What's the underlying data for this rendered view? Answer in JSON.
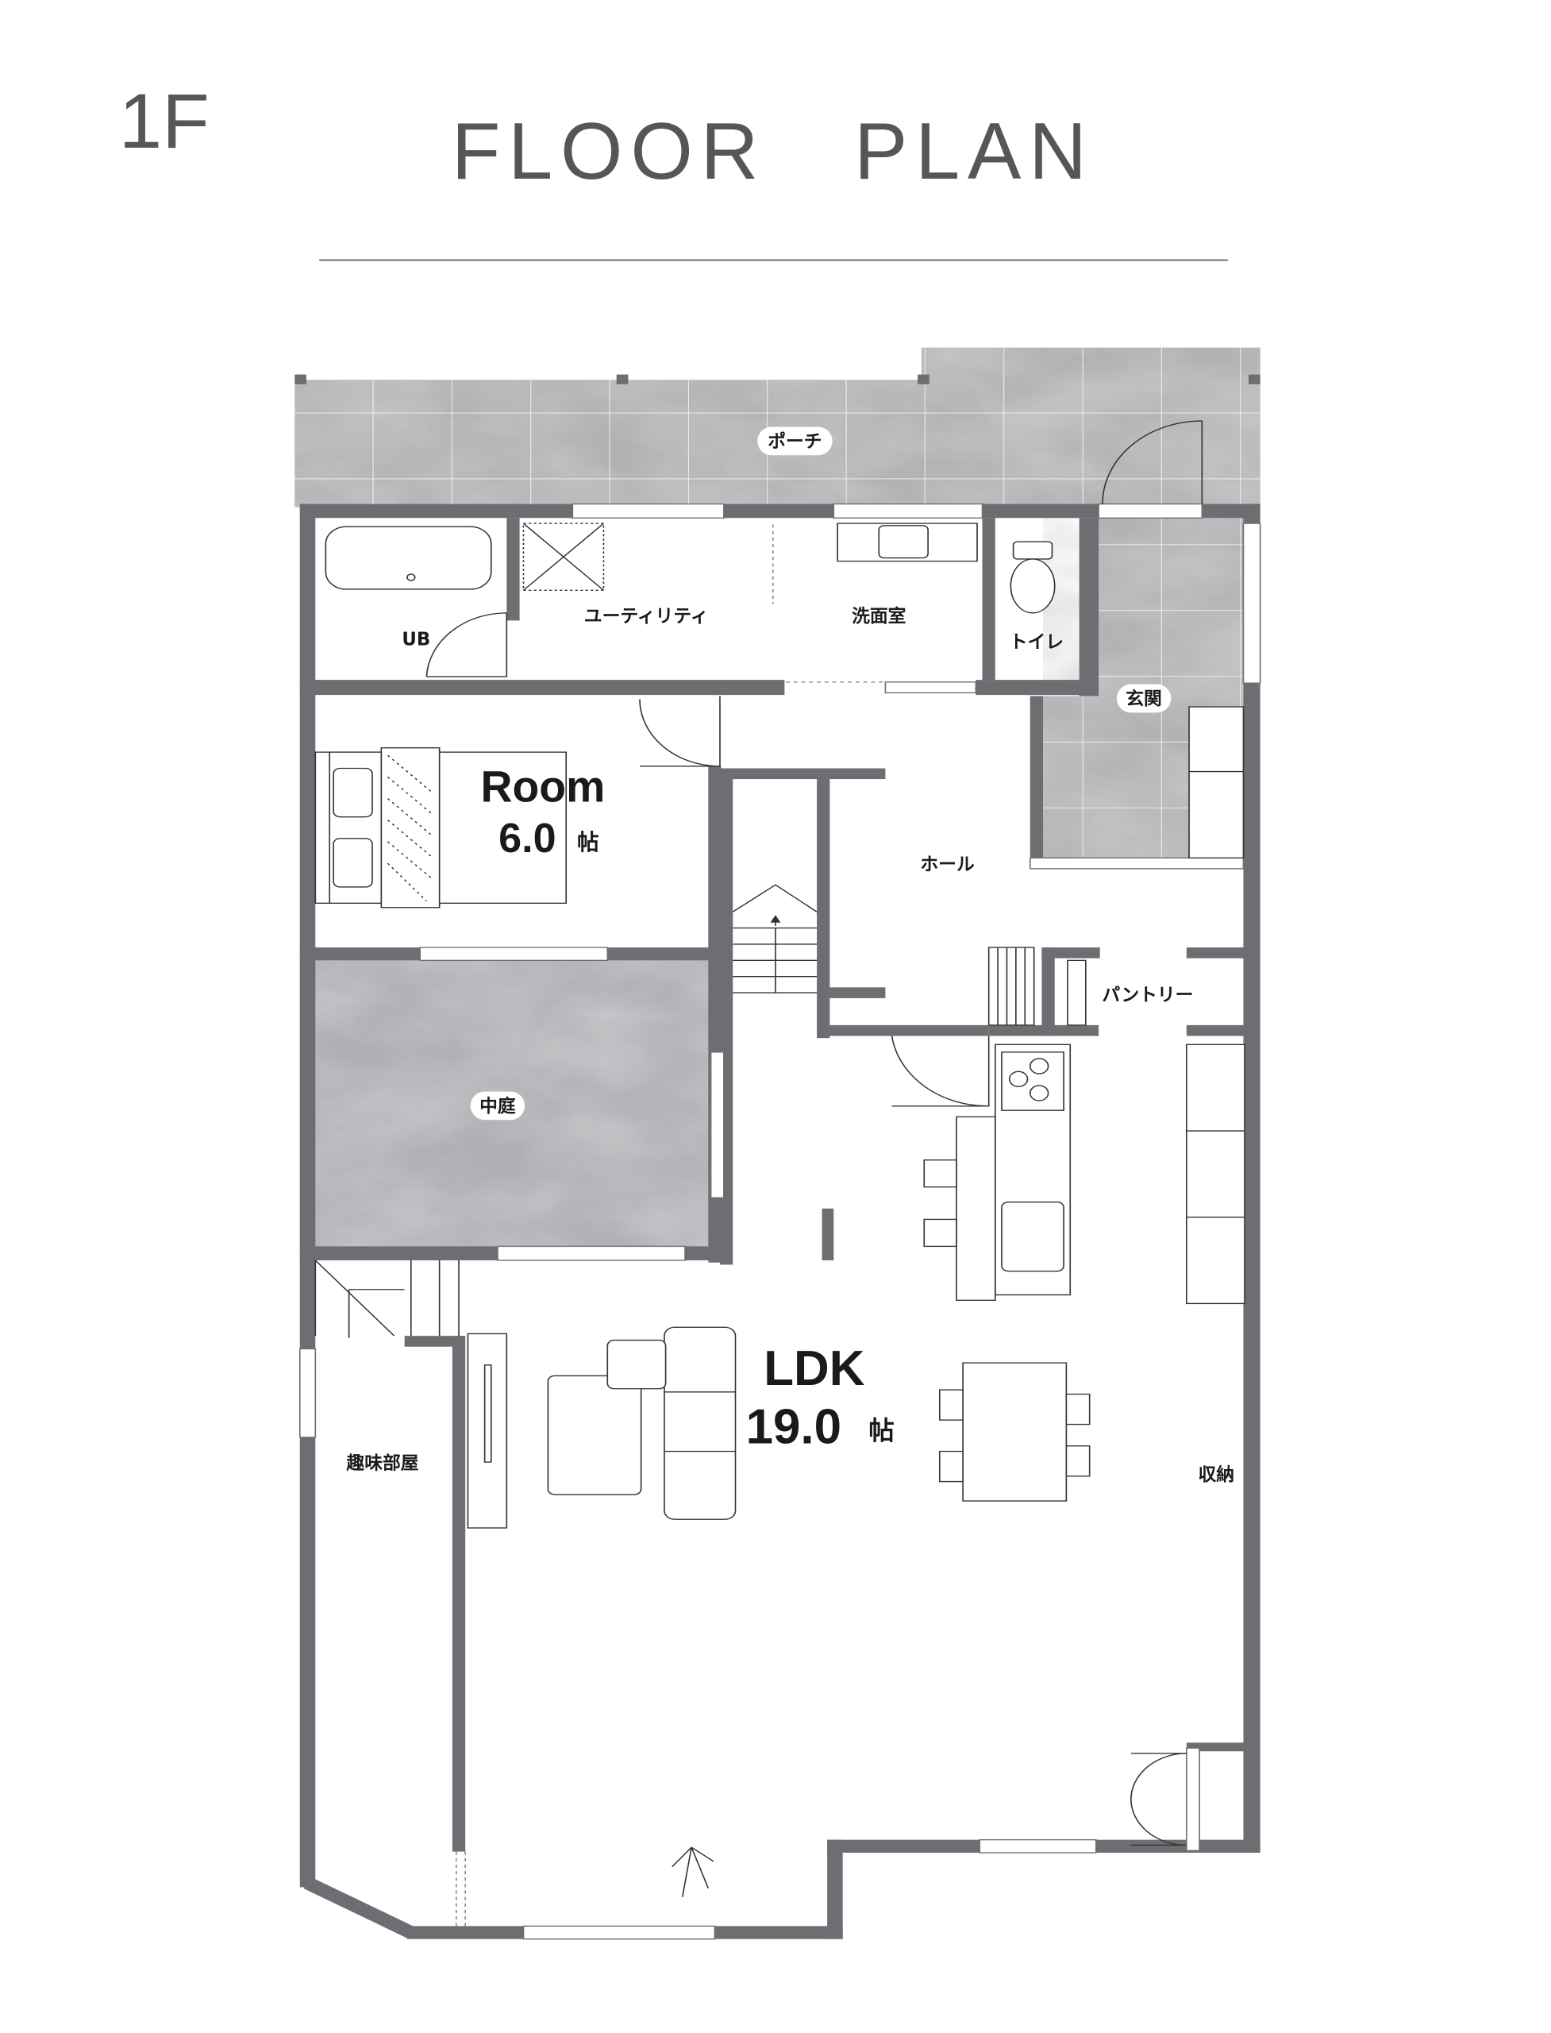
{
  "header": {
    "floor": "1F",
    "title": "FLOOR　PLAN"
  },
  "rooms": {
    "porch": "ポーチ",
    "ub": "UB",
    "utility": "ユーティリティ",
    "washroom": "洗面室",
    "toilet": "トイレ",
    "entrance": "玄関",
    "room": {
      "name": "Room",
      "size": "6.0",
      "unit": "帖"
    },
    "hall": "ホール",
    "pantry": "パントリー",
    "courtyard": "中庭",
    "ldk": {
      "name": "LDK",
      "size": "19.0",
      "unit": "帖"
    },
    "hobby_room": "趣味部屋",
    "storage": "収納"
  },
  "colors": {
    "wall": "#6d6e71",
    "tile": "#a9a8ac",
    "text": "#555658"
  }
}
